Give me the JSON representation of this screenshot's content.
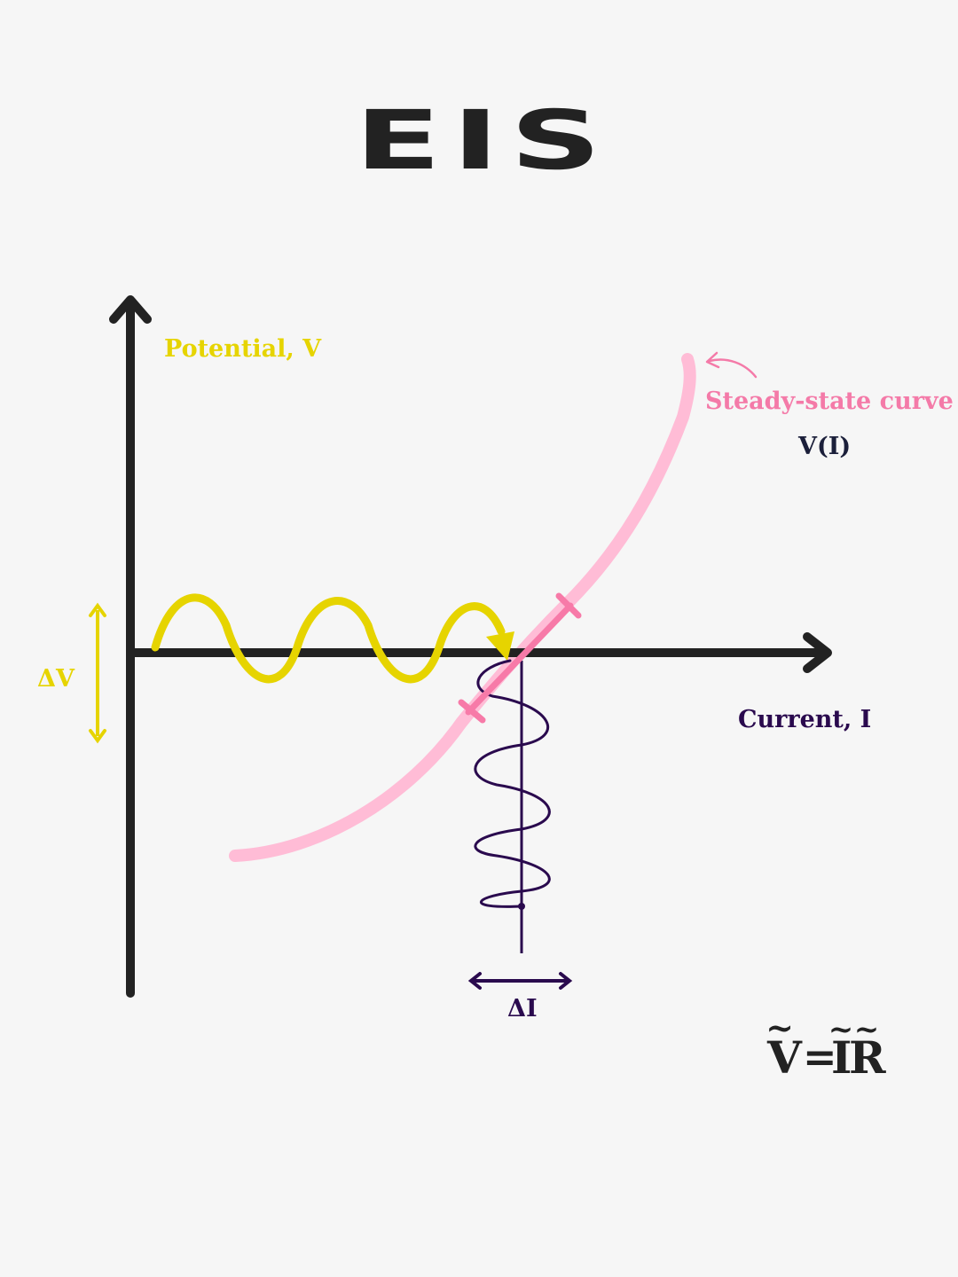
{
  "title": "EIS",
  "axes": {
    "y_label": "Potential, V",
    "x_label": "Current, I"
  },
  "curve": {
    "label": "Steady-state curve",
    "function_label": "V(I)"
  },
  "perturbation": {
    "voltage_label": "ΔV",
    "current_label": "ΔI"
  },
  "equation": {
    "lhs": "V",
    "equals": "=",
    "rhs_i": "I",
    "rhs_r": "R",
    "tilde": "~"
  },
  "colors": {
    "background": "#f6f6f6",
    "axis": "#222222",
    "voltage_wave": "#e6d400",
    "current_wave": "#2a0a4e",
    "curve": "#ffbcd6",
    "linear_segment": "#f77aa8",
    "curve_label": "#f47aa8",
    "function_label": "#1b1f3a",
    "equation": "#222222"
  }
}
